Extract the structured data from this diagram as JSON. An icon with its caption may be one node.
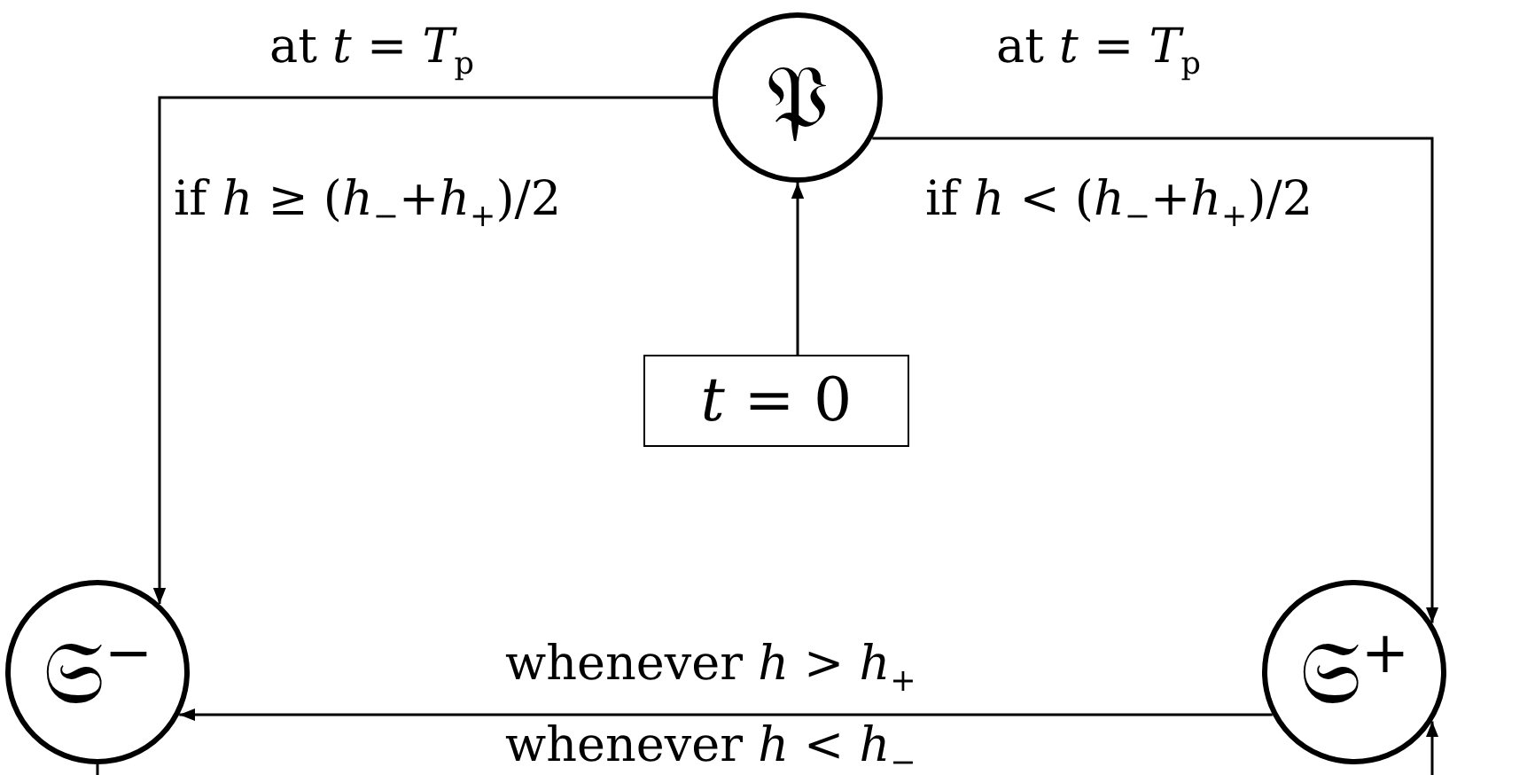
{
  "diagram": {
    "nodes": [
      {
        "text": [
          "𝔓"
        ]
      },
      {
        "text": [
          "*t* = 0"
        ]
      },
      {
        "text": [
          "𝔖$^{−}$"
        ]
      },
      {
        "text": [
          "𝔖$^{+}$"
        ]
      }
    ],
    "edges": [
      {
        "from": 1,
        "to": 0,
        "arrow": "to"
      },
      {
        "from": 0,
        "to": 2,
        "arrow": "to",
        "label": "at *t* = *T*$_{p}$"
      },
      {
        "from": 0,
        "to": 3,
        "arrow": "to",
        "label": "at *t* = *T*$_{p}$"
      },
      {
        "from": 3,
        "to": 2,
        "arrow": "to",
        "label": "whenever *h* > *h*$_{+}$"
      },
      {
        "from": 2,
        "to": 3,
        "arrow": "to",
        "label": "whenever *h* < *h*$_{−}$"
      }
    ],
    "labels": [
      "if *h* ≥ (*h*$_{−}$+*h*$_{+}$)/2",
      "if *h* < (*h*$_{−}$+*h*$_{+}$)/2"
    ]
  }
}
